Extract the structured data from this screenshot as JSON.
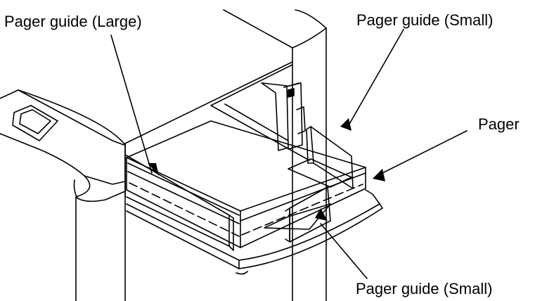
{
  "callouts": {
    "paper_guide_large": "Pager guide (Large)",
    "paper_guide_small_top": "Pager guide (Small)",
    "pager": "Pager",
    "paper_guide_small_bottom": "Pager guide (Small)"
  },
  "colors": {
    "line": "#000000",
    "background": "#ffffff"
  }
}
